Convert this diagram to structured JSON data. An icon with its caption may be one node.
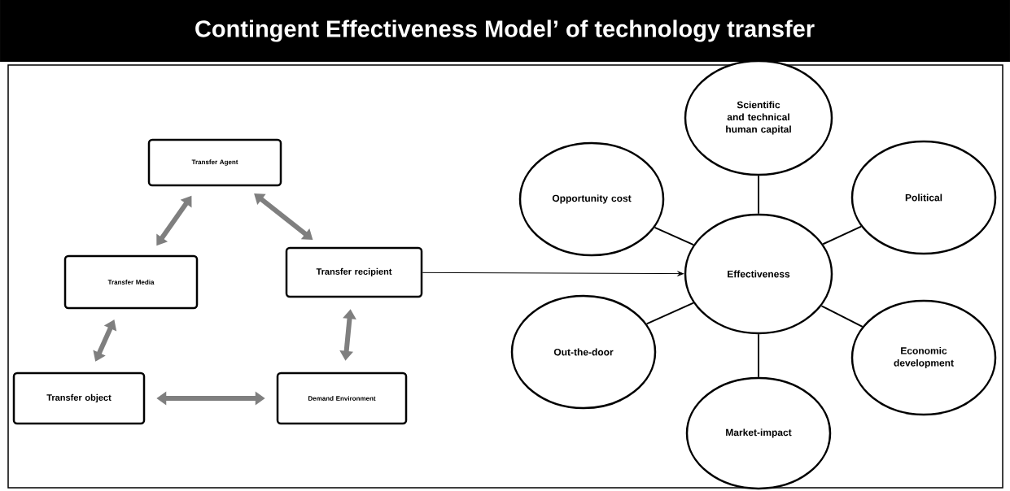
{
  "diagram": {
    "title": "Contingent Effectiveness Model’ of technology transfer",
    "nodes": [
      {
        "text": [
          "Transfer Agent"
        ]
      },
      {
        "text": [
          "Transfer Media"
        ]
      },
      {
        "text": [
          "Transfer recipient"
        ]
      },
      {
        "text": [
          "Transfer object"
        ]
      },
      {
        "text": [
          "Demand Environment"
        ]
      },
      {
        "text": [
          "Effectiveness"
        ]
      },
      {
        "text": [
          "Scientific and technical human capital"
        ]
      },
      {
        "text": [
          "Opportunity cost"
        ]
      },
      {
        "text": [
          "Political"
        ]
      },
      {
        "text": [
          "Out-the-door"
        ]
      },
      {
        "text": [
          "Economic development"
        ]
      },
      {
        "text": [
          "Market-impact"
        ]
      }
    ],
    "edges": [
      {
        "from": 0,
        "to": 1,
        "arrow": "both",
        "style": "thick",
        "color": "#7f7f7f"
      },
      {
        "from": 0,
        "to": 2,
        "arrow": "both",
        "style": "thick",
        "color": "#7f7f7f"
      },
      {
        "from": 1,
        "to": 3,
        "arrow": "both",
        "style": "thick",
        "color": "#7f7f7f"
      },
      {
        "from": 2,
        "to": 4,
        "arrow": "both",
        "style": "thick",
        "color": "#7f7f7f"
      },
      {
        "from": 3,
        "to": 4,
        "arrow": "both",
        "style": "thick",
        "color": "#7f7f7f"
      },
      {
        "from": 2,
        "to": 5,
        "arrow": "to"
      },
      {
        "from": 5,
        "to": 6,
        "arrow": "none"
      },
      {
        "from": 5,
        "to": 7,
        "arrow": "none"
      },
      {
        "from": 5,
        "to": 8,
        "arrow": "none"
      },
      {
        "from": 5,
        "to": 9,
        "arrow": "none"
      },
      {
        "from": 5,
        "to": 10,
        "arrow": "none"
      },
      {
        "from": 5,
        "to": 11,
        "arrow": "none"
      }
    ]
  }
}
